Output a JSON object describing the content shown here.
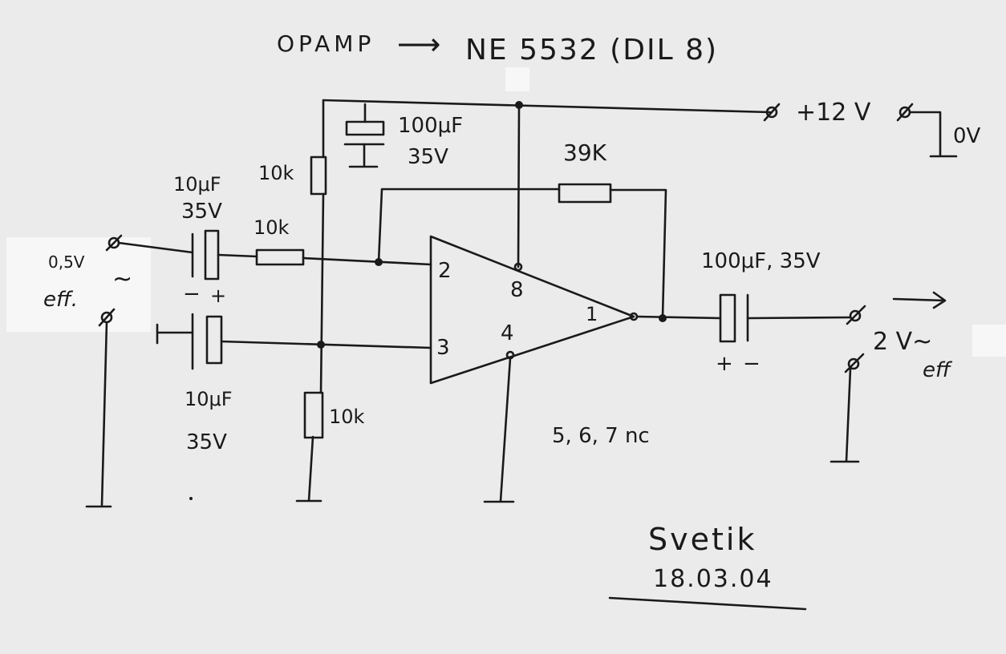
{
  "title": {
    "opamp": "OPAMP",
    "arrow": "⟶",
    "part": "NE 5532 (DIL 8)"
  },
  "supply": {
    "plus": "+12 V",
    "zero": "0V"
  },
  "components": {
    "c_supply": {
      "value": "100μF",
      "voltage": "35V"
    },
    "r_top": "10k",
    "r_in": "10k",
    "r_bottom": "10k",
    "r_feedback": "39K",
    "c_in": {
      "value": "10μF",
      "voltage": "35V"
    },
    "c_bias": {
      "value": "10μF",
      "voltage": "35V"
    },
    "c_out": "100μF, 35V"
  },
  "input": {
    "level": "0,5V",
    "tilde": "~",
    "unit": "eff."
  },
  "output": {
    "level": "2 V~",
    "unit": "eff"
  },
  "pins": {
    "p1": "1",
    "p2": "2",
    "p3": "3",
    "p4": "4",
    "p8": "8",
    "nc": "5, 6, 7 nc"
  },
  "polarity": {
    "minus": "−",
    "plus": "+"
  },
  "signature": {
    "name": "Svetik",
    "date": "18.03.04"
  }
}
